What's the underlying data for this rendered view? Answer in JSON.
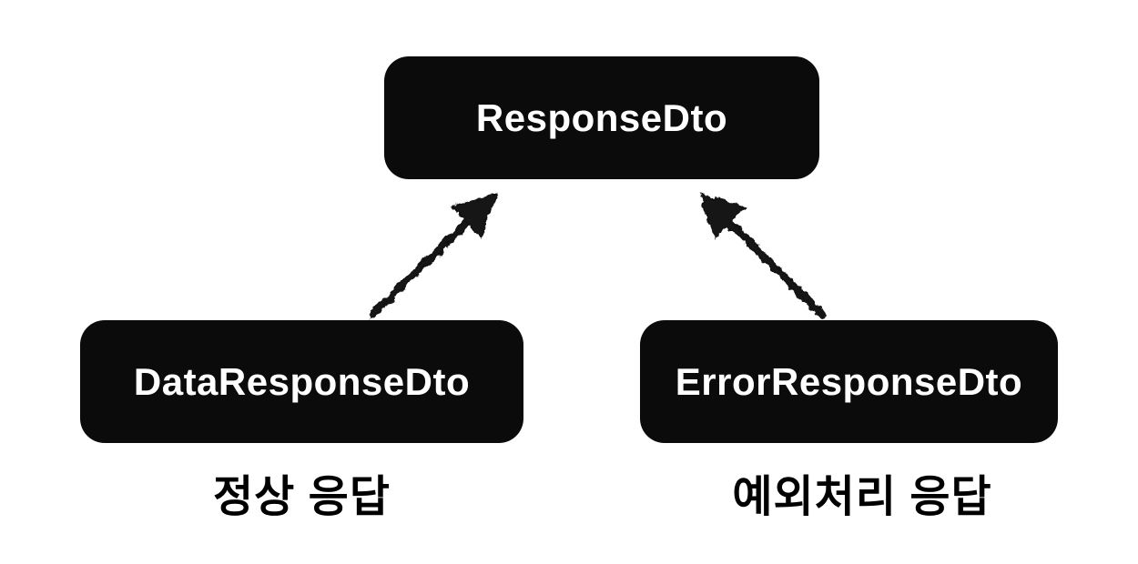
{
  "colors": {
    "background": "#ffffff",
    "node_fill": "#0b0b0b",
    "node_text": "#ffffff",
    "arrow": "#121212",
    "caption_text": "#000000"
  },
  "nodes": {
    "parent": {
      "label": "ResponseDto"
    },
    "left_child": {
      "label": "DataResponseDto"
    },
    "right_child": {
      "label": "ErrorResponseDto"
    }
  },
  "captions": {
    "left": "정상 응답",
    "right": "예외처리 응답"
  },
  "edges": [
    {
      "from": "DataResponseDto",
      "to": "ResponseDto",
      "style": "hand-drawn-arrow"
    },
    {
      "from": "ErrorResponseDto",
      "to": "ResponseDto",
      "style": "hand-drawn-arrow"
    }
  ]
}
